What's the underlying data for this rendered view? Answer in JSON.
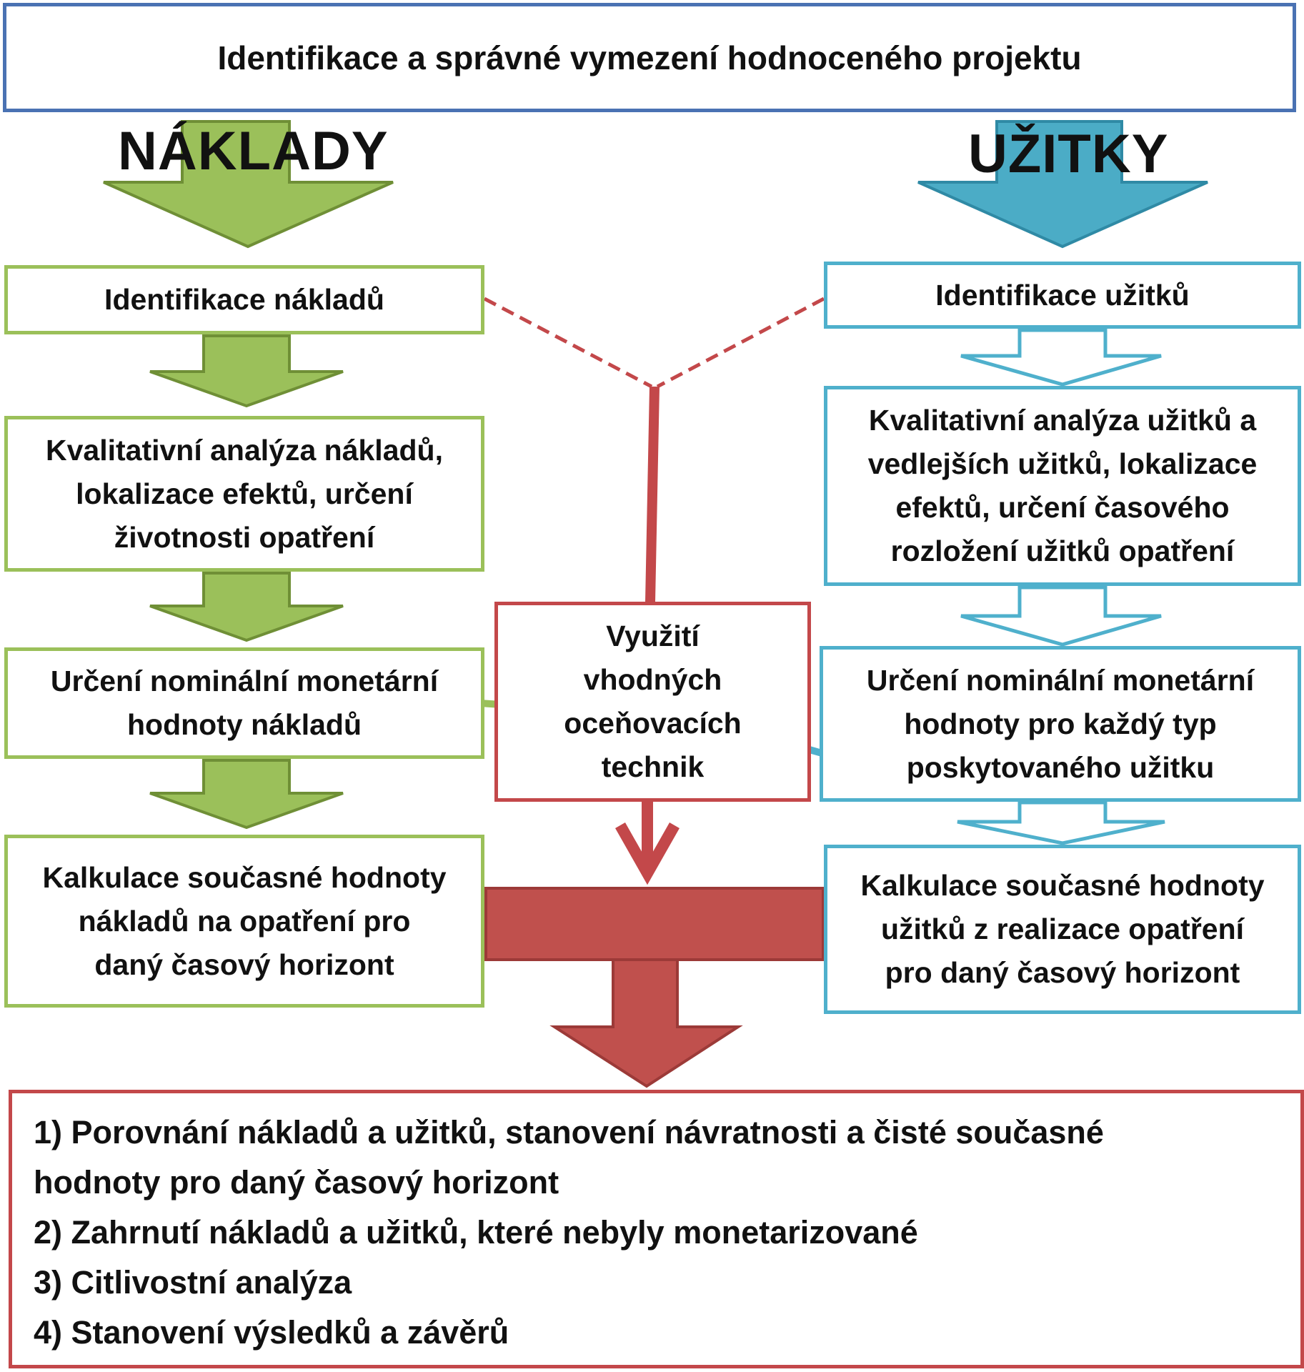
{
  "title": "Identifikace a správné vymezení hodnoceného projektu",
  "costs": {
    "heading": "NÁKLADY",
    "steps": [
      [
        "Identifikace nákladů"
      ],
      [
        "Kvalitativní analýza nákladů,",
        "lokalizace efektů, určení",
        "životnosti opatření"
      ],
      [
        "Určení nominální monetární",
        "hodnoty nákladů"
      ],
      [
        "Kalkulace současné hodnoty",
        "nákladů na opatření pro",
        "daný časový horizont"
      ]
    ]
  },
  "benefits": {
    "heading": "UŽITKY",
    "steps": [
      [
        "Identifikace užitků"
      ],
      [
        "Kvalitativní analýza užitků a",
        "vedlejších užitků, lokalizace",
        "efektů, určení časového",
        "rozložení užitků opatření"
      ],
      [
        "Určení nominální monetární",
        "hodnoty pro každý typ",
        "poskytovaného užitku"
      ],
      [
        "Kalkulace současné hodnoty",
        "užitků z realizace opatření",
        "pro daný časový horizont"
      ]
    ]
  },
  "valuation": [
    "Využití",
    "vhodných",
    "oceňovacích",
    "technik"
  ],
  "result_items": [
    "1) Porovnání nákladů a užitků, stanovení návratnosti a čisté současné",
    "hodnoty pro daný časový horizont",
    "2) Zahrnutí nákladů a užitků, které nebyly monetarizované",
    "3) Citlivostní analýza",
    "4) Stanovení výsledků a závěrů"
  ],
  "colors": {
    "costs": "#9bc05a",
    "costs_dark": "#6f8f36",
    "benefits": "#4fb0cc",
    "benefits_dark": "#2f8aa5",
    "valuation": "#c3484a",
    "title_border": "#4a72b3"
  }
}
